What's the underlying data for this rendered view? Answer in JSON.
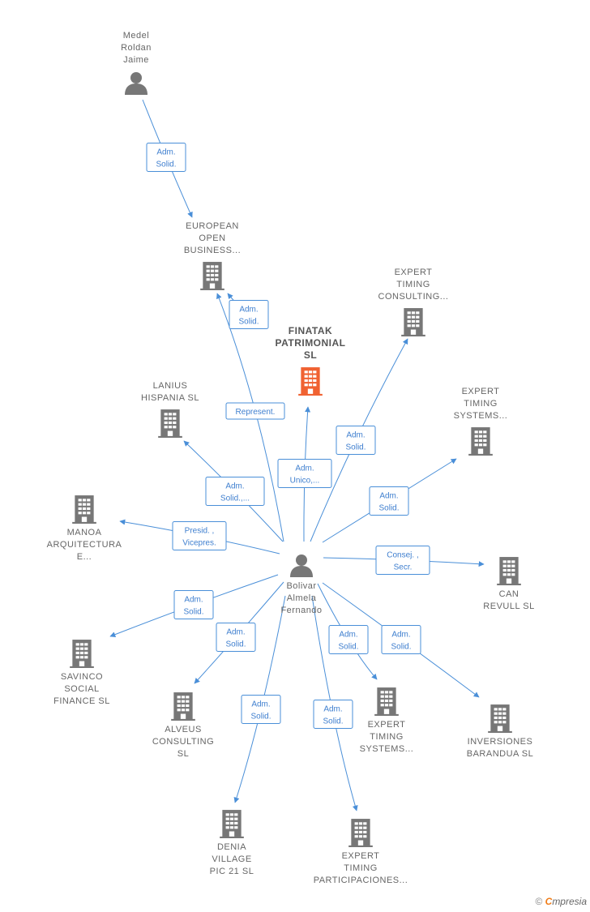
{
  "colors": {
    "edge": "#4a8fd8",
    "node": "#777777",
    "focus": "#f06232"
  },
  "nodes": [
    {
      "id": "medel",
      "type": "person",
      "lines": [
        "Medel",
        "Roldan",
        "Jaime"
      ]
    },
    {
      "id": "european",
      "type": "company",
      "lines": [
        "EUROPEAN",
        "OPEN",
        "BUSINESS..."
      ]
    },
    {
      "id": "finatak",
      "type": "company",
      "focus": true,
      "lines": [
        "FINATAK",
        "PATRIMONIAL",
        "SL"
      ]
    },
    {
      "id": "expert1",
      "type": "company",
      "lines": [
        "EXPERT",
        "TIMING",
        "CONSULTING..."
      ]
    },
    {
      "id": "expert2",
      "type": "company",
      "lines": [
        "EXPERT",
        "TIMING",
        "SYSTEMS..."
      ]
    },
    {
      "id": "lanius",
      "type": "company",
      "lines": [
        "LANIUS",
        "HISPANIA  SL"
      ]
    },
    {
      "id": "manoa",
      "type": "company",
      "lines": [
        "MANOA",
        "ARQUITECTURA",
        "E..."
      ]
    },
    {
      "id": "bolivar",
      "type": "person",
      "lines": [
        "Bolivar",
        "Almela",
        "Fernando"
      ]
    },
    {
      "id": "can",
      "type": "company",
      "lines": [
        "CAN",
        "REVULL  SL"
      ]
    },
    {
      "id": "savinco",
      "type": "company",
      "lines": [
        "SAVINCO",
        "SOCIAL",
        "FINANCE  SL"
      ]
    },
    {
      "id": "alveus",
      "type": "company",
      "lines": [
        "ALVEUS",
        "CONSULTING",
        "SL"
      ]
    },
    {
      "id": "expert3",
      "type": "company",
      "lines": [
        "EXPERT",
        "TIMING",
        "SYSTEMS..."
      ]
    },
    {
      "id": "inversiones",
      "type": "company",
      "lines": [
        "INVERSIONES",
        "BARANDUA  SL"
      ]
    },
    {
      "id": "denia",
      "type": "company",
      "lines": [
        "DENIA",
        "VILLAGE",
        "PIC 21  SL"
      ]
    },
    {
      "id": "expert4",
      "type": "company",
      "lines": [
        "EXPERT",
        "TIMING",
        "PARTICIPACIONES..."
      ]
    }
  ],
  "edges": [
    {
      "from": "medel",
      "to": "european",
      "label": [
        "Adm.",
        "Solid."
      ]
    },
    {
      "from": "bolivar",
      "to": "european",
      "label": [
        "Adm.",
        "Solid."
      ]
    },
    {
      "from": "bolivar",
      "to": "european",
      "label": [
        "Represent."
      ]
    },
    {
      "from": "bolivar",
      "to": "finatak",
      "label": [
        "Adm.",
        "Unico,..."
      ]
    },
    {
      "from": "bolivar",
      "to": "expert1",
      "label": [
        "Adm.",
        "Solid."
      ]
    },
    {
      "from": "bolivar",
      "to": "expert2",
      "label": [
        "Adm.",
        "Solid."
      ]
    },
    {
      "from": "bolivar",
      "to": "lanius",
      "label": [
        "Adm.",
        "Solid.,..."
      ]
    },
    {
      "from": "bolivar",
      "to": "manoa",
      "label": [
        "Presid. ,",
        "Vicepres."
      ]
    },
    {
      "from": "bolivar",
      "to": "can",
      "label": [
        "Consej. ,",
        "Secr."
      ]
    },
    {
      "from": "bolivar",
      "to": "savinco",
      "label": [
        "Adm.",
        "Solid."
      ]
    },
    {
      "from": "bolivar",
      "to": "alveus",
      "label": [
        "Adm.",
        "Solid."
      ]
    },
    {
      "from": "bolivar",
      "to": "expert3",
      "label": [
        "Adm.",
        "Solid."
      ]
    },
    {
      "from": "bolivar",
      "to": "inversiones",
      "label": [
        "Adm.",
        "Solid."
      ]
    },
    {
      "from": "bolivar",
      "to": "denia",
      "label": [
        "Adm.",
        "Solid."
      ]
    },
    {
      "from": "bolivar",
      "to": "expert4",
      "label": [
        "Adm.",
        "Solid."
      ]
    }
  ],
  "footer": {
    "copyright": "©",
    "brand_initial": "C",
    "brand_rest": "mpresia"
  }
}
